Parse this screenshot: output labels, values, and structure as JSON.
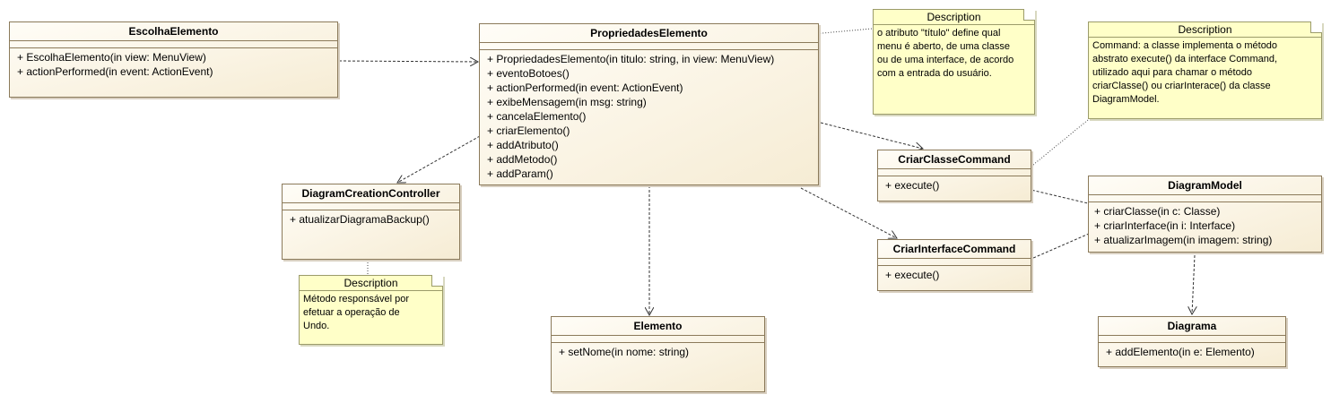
{
  "classes": {
    "escolha": {
      "name": "EscolhaElemento",
      "ops": [
        "+ EscolhaElemento(in view: MenuView)",
        "+ actionPerformed(in event: ActionEvent)"
      ]
    },
    "propriedades": {
      "name": "PropriedadesElemento",
      "ops": [
        "+ PropriedadesElemento(in titulo: string, in view: MenuView)",
        "+ eventoBotoes()",
        "+ actionPerformed(in event: ActionEvent)",
        "+ exibeMensagem(in msg: string)",
        "+ cancelaElemento()",
        "+ criarElemento()",
        "+ addAtributo()",
        "+ addMetodo()",
        "+ addParam()"
      ]
    },
    "controller": {
      "name": "DiagramCreationController",
      "ops": [
        "+ atualizarDiagramaBackup()"
      ]
    },
    "elemento": {
      "name": "Elemento",
      "ops": [
        "+ setNome(in nome: string)"
      ]
    },
    "criarClasse": {
      "name": "CriarClasseCommand",
      "ops": [
        "+ execute()"
      ]
    },
    "criarInterface": {
      "name": "CriarInterfaceCommand",
      "ops": [
        "+ execute()"
      ]
    },
    "model": {
      "name": "DiagramModel",
      "ops": [
        "+ criarClasse(in c: Classe)",
        "+ criarInterface(in i: Interface)",
        "+ atualizarImagem(in imagem: string)"
      ]
    },
    "diagrama": {
      "name": "Diagrama",
      "ops": [
        "+ addElemento(in e: Elemento)"
      ]
    }
  },
  "notes": {
    "titulo": {
      "header": "Description",
      "text": "o atributo \"título\" define qual\nmenu é aberto, de uma classe\nou de uma interface, de acordo\ncom a entrada do usuário."
    },
    "command": {
      "header": "Description",
      "text": "Command: a classe implementa o método\nabstrato execute() da interface Command,\nutilizado aqui para chamar o método\ncriarClasse() ou criarInterace() da classe\nDiagramModel."
    },
    "undo": {
      "header": "Description",
      "text": "Método responsável por\nefetuar a operação de\nUndo."
    }
  },
  "colors": {
    "class_fill": "#f6ecd4",
    "class_border": "#8b7a5a",
    "note_fill": "#ffffc8"
  }
}
